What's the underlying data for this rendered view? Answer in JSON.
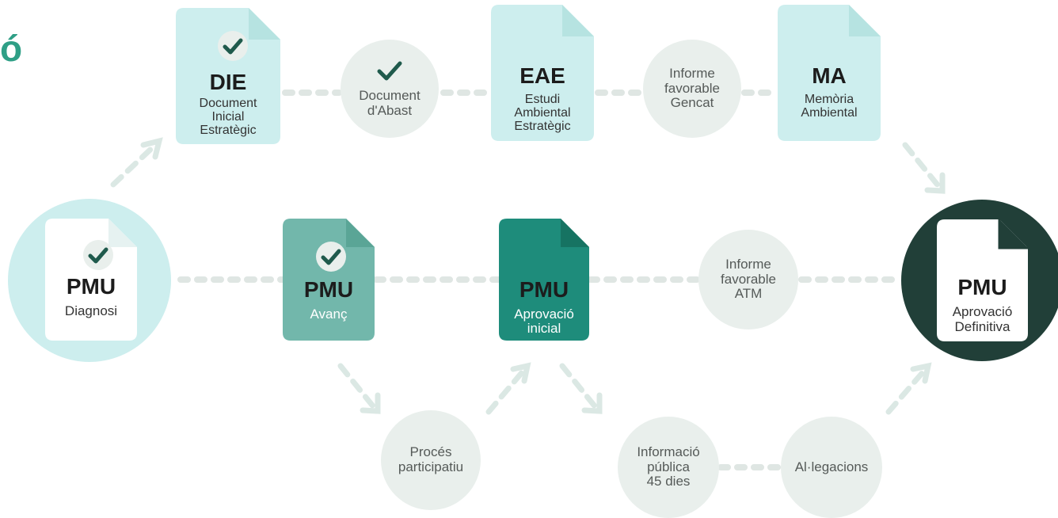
{
  "header": {
    "partial_title": "ó"
  },
  "colors": {
    "pale_teal": "#cdeeee",
    "mid_teal": "#72b7ab",
    "dark_teal": "#1e8c7b",
    "darkest": "#213f38",
    "grey_circle": "#e9efec",
    "dash": "#dfe6e3",
    "arrow": "#dbe8e4",
    "check_dark": "#1f5a4c",
    "accent_title": "#2f9f86"
  },
  "documents": {
    "die": {
      "code": "DIE",
      "line1": "Document",
      "line2": "Inicial",
      "line3": "Estratègic"
    },
    "eae": {
      "code": "EAE",
      "line1": "Estudi",
      "line2": "Ambiental",
      "line3": "Estratègic"
    },
    "ma": {
      "code": "MA",
      "line1": "Memòria",
      "line2": "Ambiental"
    },
    "pmu_diag": {
      "code": "PMU",
      "line1": "Diagnosi"
    },
    "pmu_avanc": {
      "code": "PMU",
      "line1": "Avanç"
    },
    "pmu_inicial": {
      "code": "PMU",
      "line1": "Aprovació",
      "line2": "inicial"
    },
    "pmu_def": {
      "code": "PMU",
      "line1": "Aprovació",
      "line2": "Definitiva"
    }
  },
  "circles": {
    "abast": {
      "line1": "Document",
      "line2": "d'Abast"
    },
    "gencat": {
      "line1": "Informe",
      "line2": "favorable",
      "line3": "Gencat"
    },
    "atm": {
      "line1": "Informe",
      "line2": "favorable",
      "line3": "ATM"
    },
    "participatiu": {
      "line1": "Procés",
      "line2": "participatiu"
    },
    "informacio": {
      "line1": "Informació",
      "line2": "pública",
      "line3": "45 dies"
    },
    "allegacions": {
      "line1": "Al·legacions"
    }
  },
  "icons": {
    "check": "check-icon",
    "document": "document-icon"
  }
}
